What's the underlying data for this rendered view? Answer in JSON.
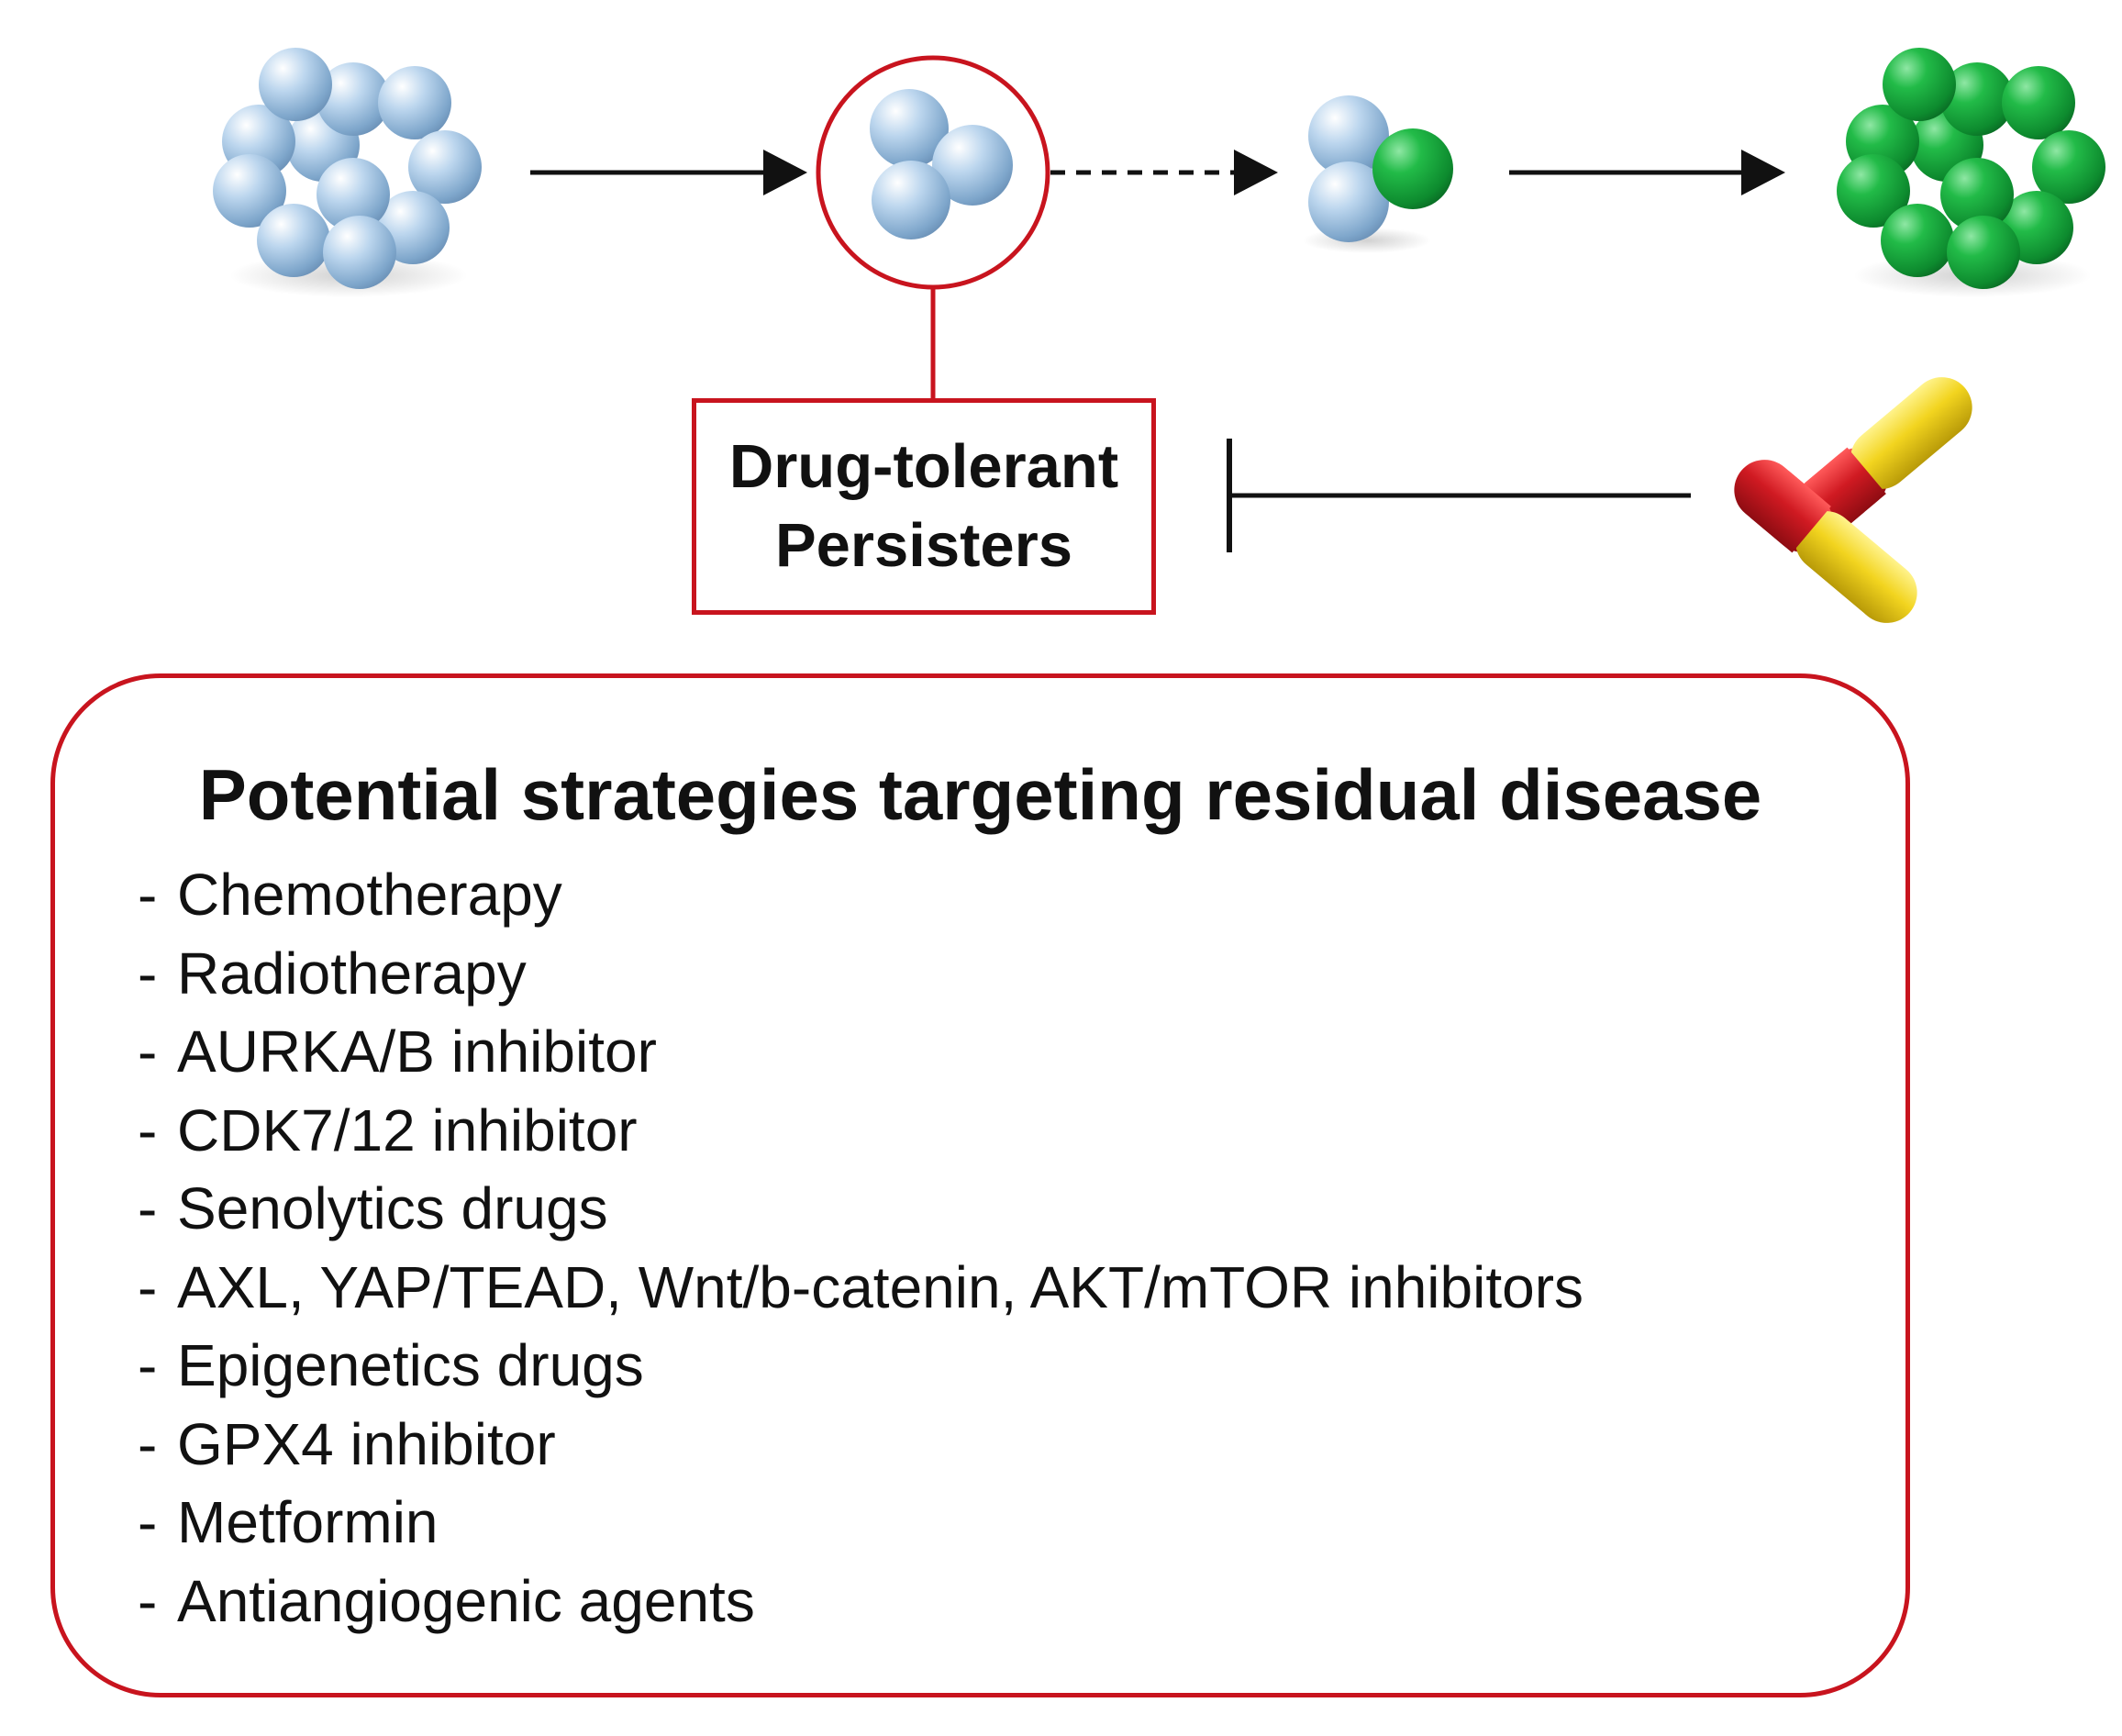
{
  "persister_label": {
    "line1": "Drug-tolerant",
    "line2": "Persisters"
  },
  "strategies": {
    "title": "Potential strategies targeting residual disease",
    "items": [
      "Chemotherapy",
      "Radiotherapy",
      "AURKA/B inhibitor",
      "CDK7/12 inhibitor",
      "Senolytics drugs",
      "AXL, YAP/TEAD, Wnt/b-catenin, AKT/mTOR inhibitors",
      "Epigenetics drugs",
      "GPX4 inhibitor",
      "Metformin",
      "Antiangiogenic agents"
    ]
  },
  "colors": {
    "accent_red": "#c8141e",
    "cell_blue": "#a9c9e6",
    "cell_green": "#1cab3c",
    "capsule_red": "#c8141e",
    "capsule_yellow": "#f2d41f",
    "text": "#111111"
  },
  "icons": [
    "tumor-cluster-blue-icon",
    "persister-cells-icon",
    "transitioning-cells-icon",
    "tumor-cluster-green-icon",
    "drug-capsules-icon"
  ]
}
